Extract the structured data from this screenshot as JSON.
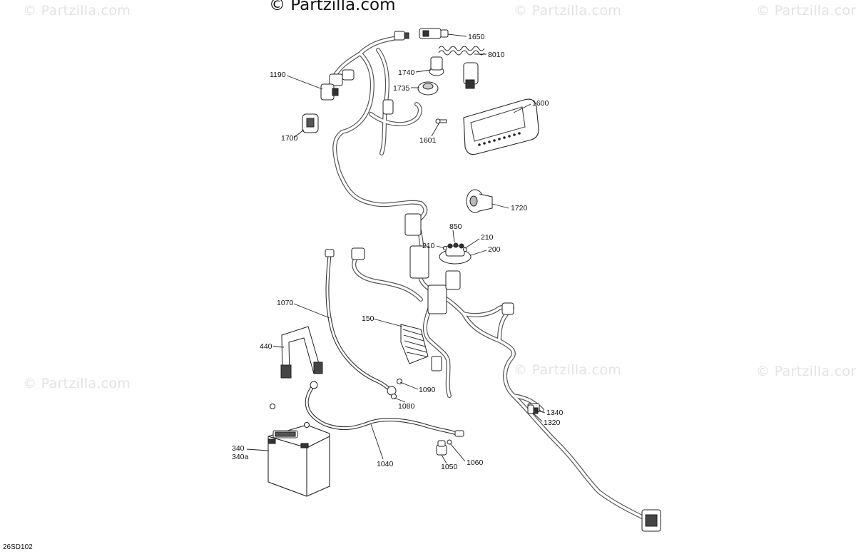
{
  "brand": "© Partzilla.com",
  "watermark": "© Partzilla.com",
  "drawing_code": "26SD102",
  "callouts": [
    "1650",
    "8010",
    "1190",
    "1740",
    "1735",
    "1600",
    "1700",
    "1601",
    "1720",
    "850",
    "210",
    "210",
    "200",
    "1070",
    "150",
    "440",
    "1090",
    "1080",
    "1340",
    "1320",
    "340",
    "340a",
    "1040",
    "1060",
    "1050"
  ]
}
